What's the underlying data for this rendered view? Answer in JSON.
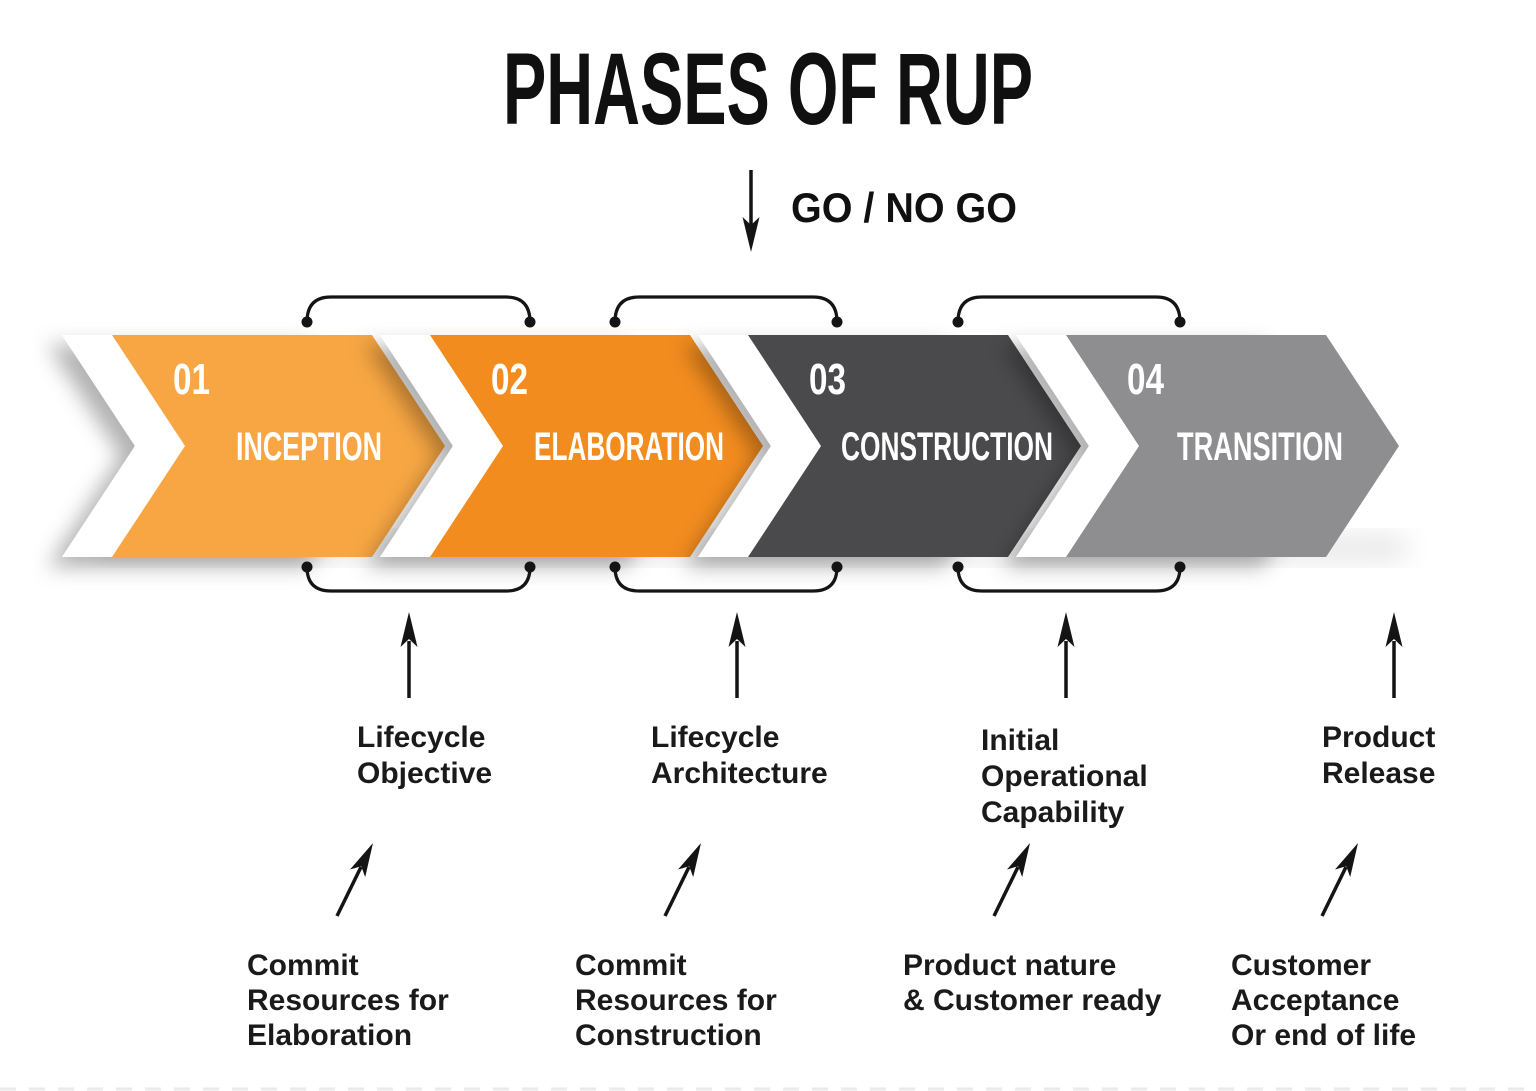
{
  "title": "PHASES OF RUP",
  "decision": {
    "label": "GO / NO GO"
  },
  "colors": {
    "phase1": "#F7A643",
    "phase2": "#F28C1F",
    "phase3": "#4A4A4C",
    "phase4": "#8E8E90",
    "ink": "#141414"
  },
  "phases": [
    {
      "number": "01",
      "name": "INCEPTION"
    },
    {
      "number": "02",
      "name": "ELABORATION"
    },
    {
      "number": "03",
      "name": "CONSTRUCTION"
    },
    {
      "number": "04",
      "name": "TRANSITION"
    }
  ],
  "milestones": [
    {
      "lines": [
        "Lifecycle",
        "Objective",
        ""
      ]
    },
    {
      "lines": [
        "Lifecycle",
        "Architecture",
        ""
      ]
    },
    {
      "lines": [
        "Initial",
        "Operational",
        "Capability"
      ]
    },
    {
      "lines": [
        "Product",
        "Release",
        ""
      ]
    }
  ],
  "commitments": [
    {
      "lines": [
        "Commit",
        "Resources for",
        "Elaboration"
      ]
    },
    {
      "lines": [
        "Commit",
        "Resources for",
        "Construction"
      ]
    },
    {
      "lines": [
        "Product nature",
        "& Customer ready",
        ""
      ]
    },
    {
      "lines": [
        "Customer",
        "Acceptance",
        "Or end of life"
      ]
    }
  ]
}
